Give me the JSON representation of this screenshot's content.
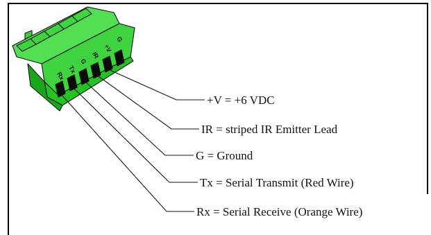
{
  "connector": {
    "pin_labels": [
      "Rx",
      "Tx",
      "G",
      "IR",
      "+V",
      "G"
    ]
  },
  "callouts": [
    "+V = +6 VDC",
    "IR = striped IR Emitter Lead",
    "G = Ground",
    "Tx = Serial Transmit (Red Wire)",
    "Rx = Serial Receive (Orange Wire)"
  ],
  "colors": {
    "connector_light": "#52e052",
    "connector_mid": "#22c322",
    "connector_dark": "#118a11",
    "outline": "#111111",
    "frame": "#000000"
  }
}
